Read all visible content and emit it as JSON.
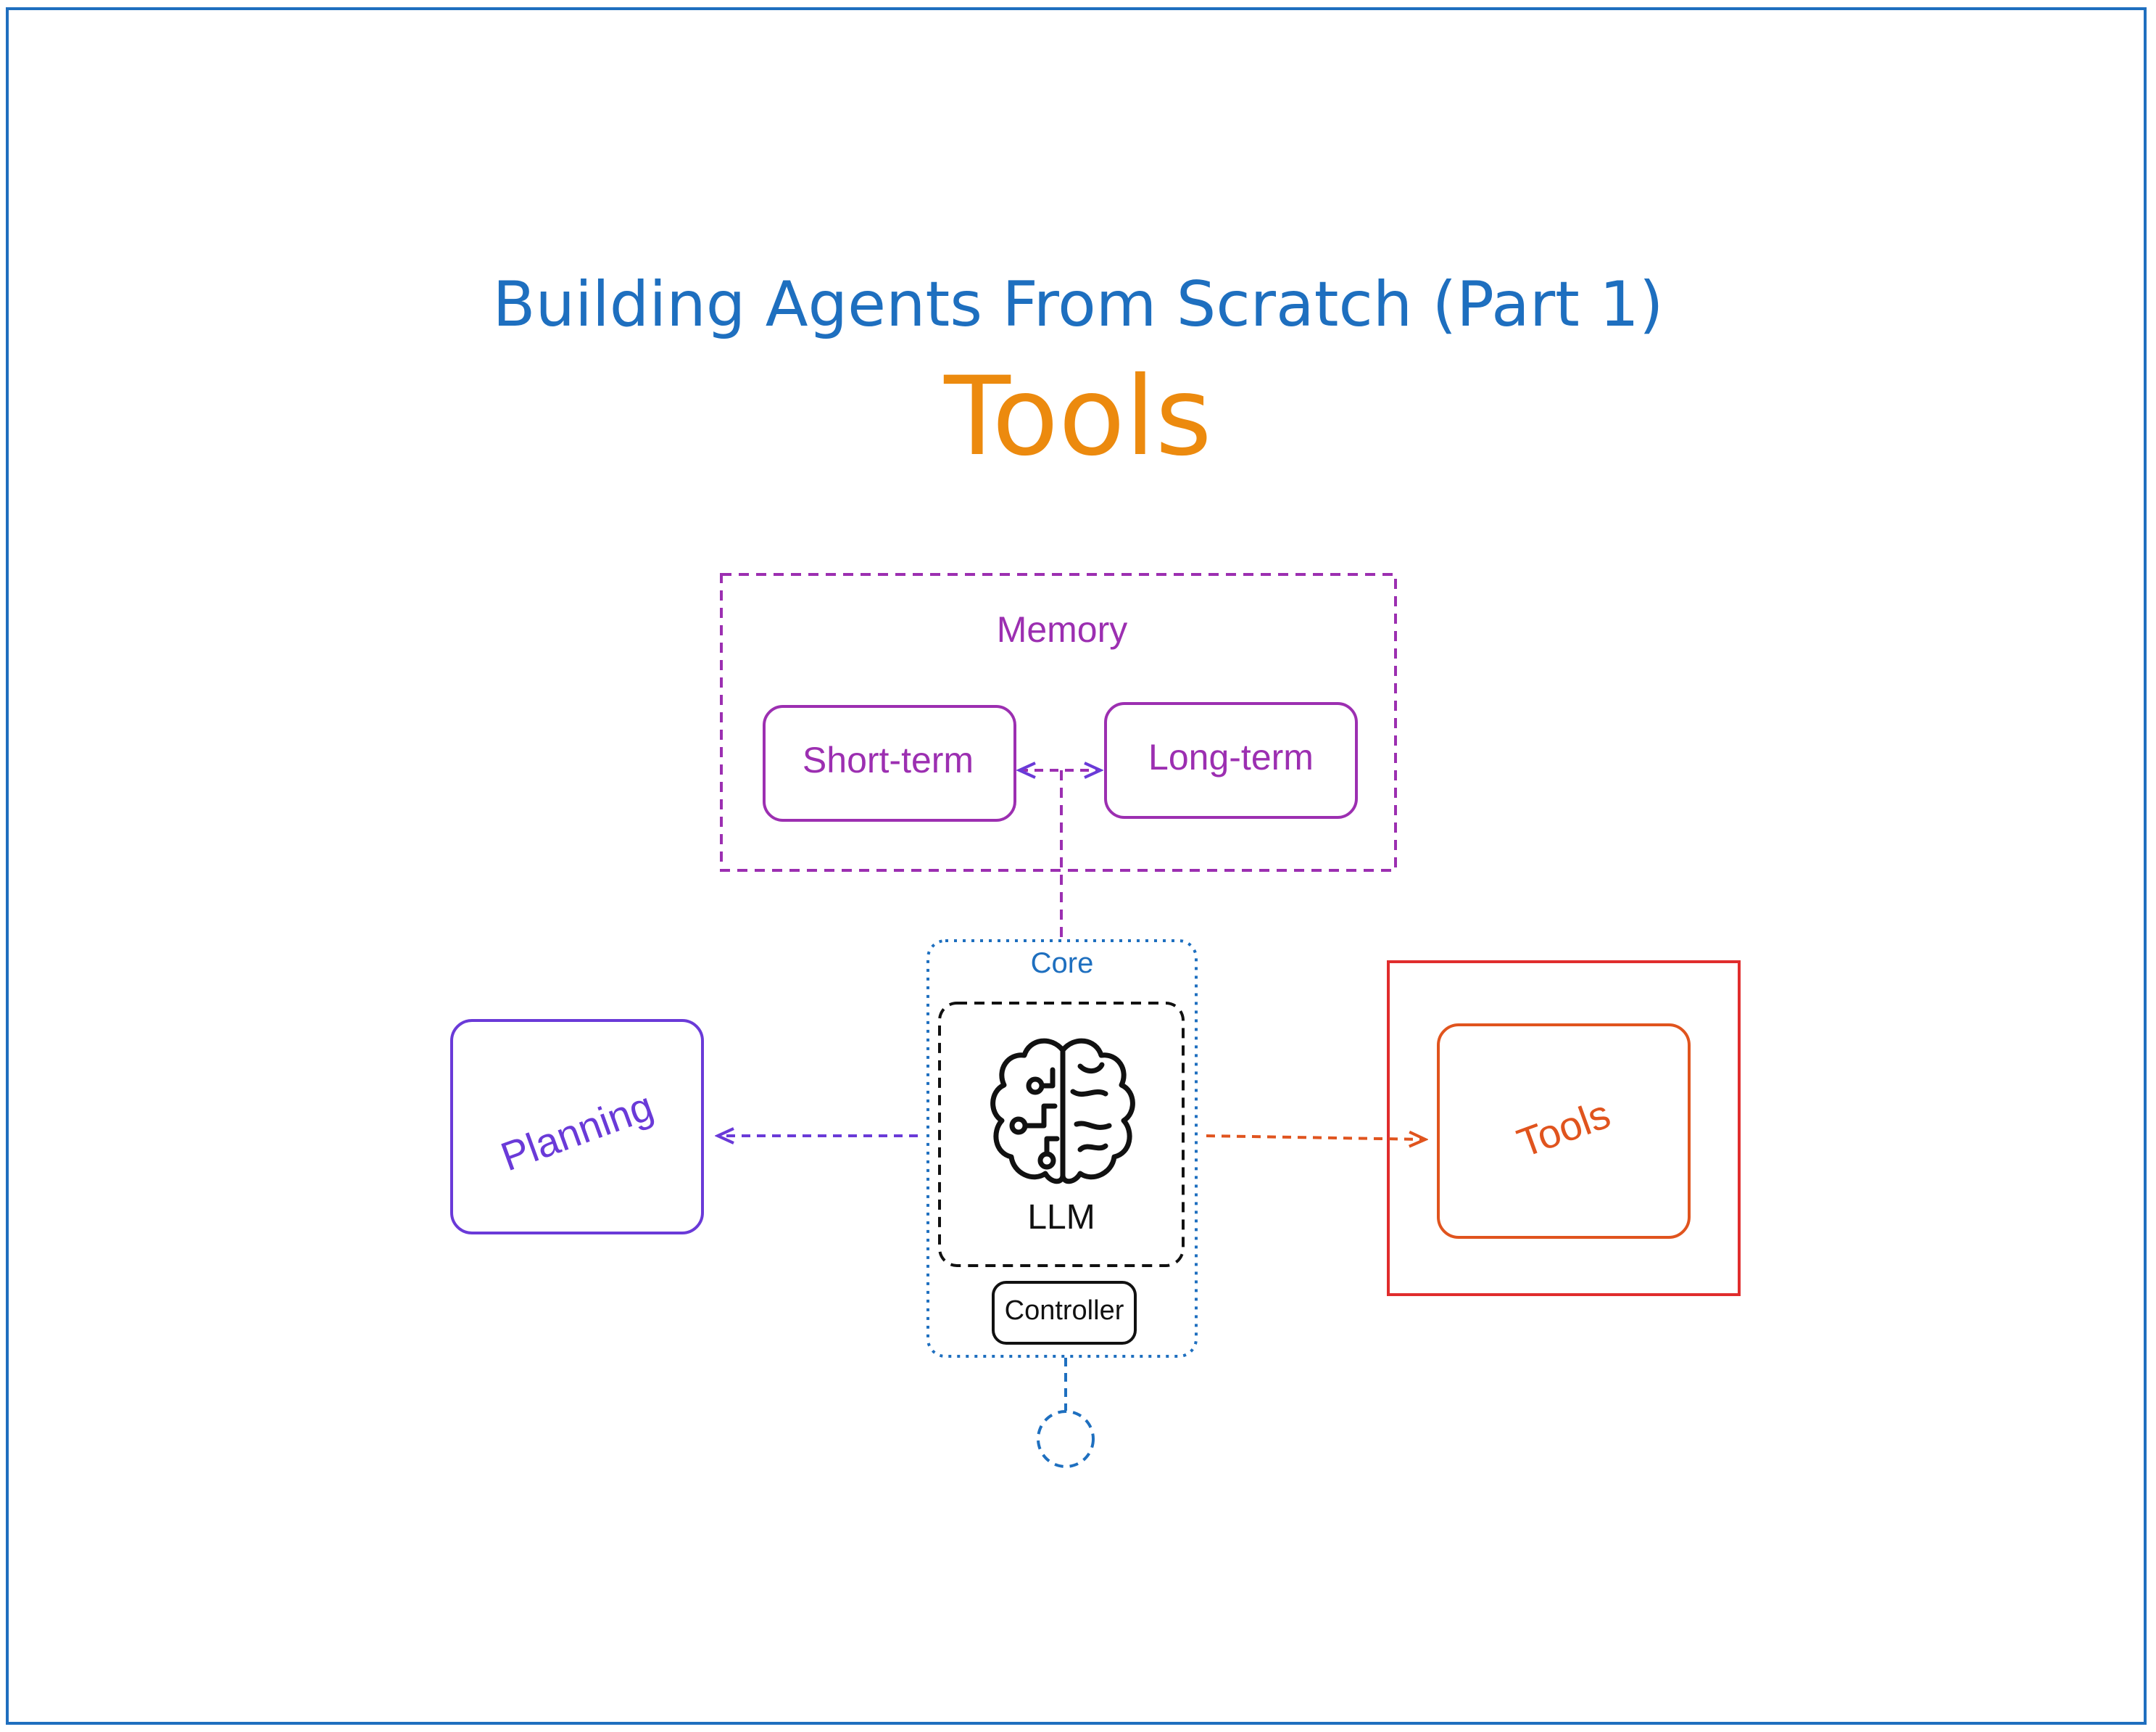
{
  "header": {
    "title": "Building Agents From Scratch (Part 1)",
    "subtitle": "Tools"
  },
  "diagram": {
    "memory": {
      "label": "Memory",
      "short_term": "Short-term",
      "long_term": "Long-term"
    },
    "core": {
      "label": "Core",
      "llm": "LLM",
      "controller": "Controller"
    },
    "planning": "Planning",
    "tools": "Tools"
  },
  "colors": {
    "frame": "#1f6fbf",
    "title": "#1e6fbf",
    "subtitle": "#ec8a0e",
    "memory": "#9c2fb1",
    "core": "#1e6fbf",
    "planning": "#6a3ad8",
    "tools": "#e0541e",
    "tools_outer": "#e02d2d"
  }
}
